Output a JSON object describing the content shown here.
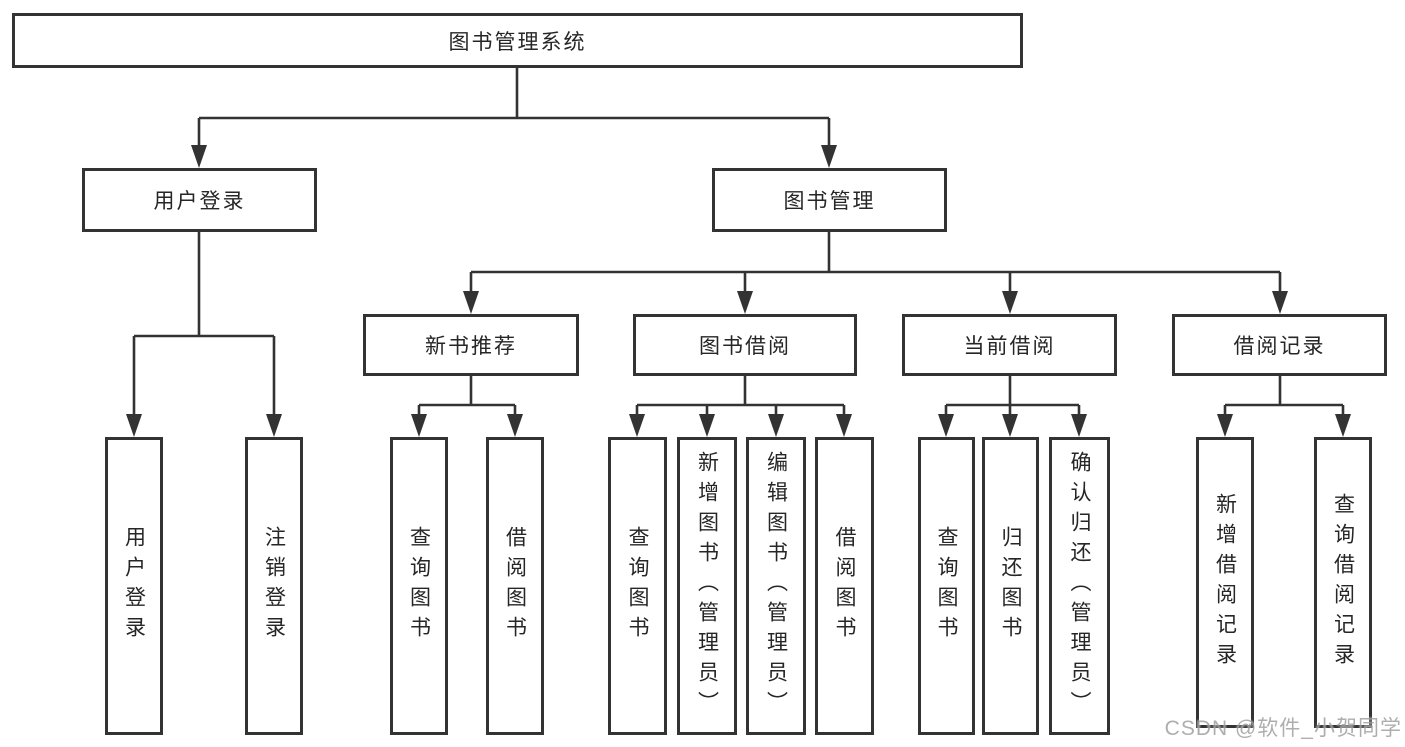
{
  "diagram": {
    "root": "图书管理系统",
    "branches": [
      {
        "label": "用户登录",
        "children": [
          "用户登录",
          "注销登录"
        ]
      },
      {
        "label": "图书管理",
        "sections": [
          {
            "label": "新书推荐",
            "children": [
              "查询图书",
              "借阅图书"
            ]
          },
          {
            "label": "图书借阅",
            "children": [
              "查询图书",
              "新增图书（管理员）",
              "编辑图书（管理员）",
              "借阅图书"
            ]
          },
          {
            "label": "当前借阅",
            "children": [
              "查询图书",
              "归还图书",
              "确认归还（管理员）"
            ]
          },
          {
            "label": "借阅记录",
            "children": [
              "新增借阅记录",
              "查询借阅记录"
            ]
          }
        ]
      }
    ]
  },
  "watermark": "CSDN @软件_小贺同学",
  "colors": {
    "line": "#333333",
    "box_border": "#333333",
    "text": "#262626",
    "watermark": "#a0a0a0",
    "background": "#ffffff"
  }
}
